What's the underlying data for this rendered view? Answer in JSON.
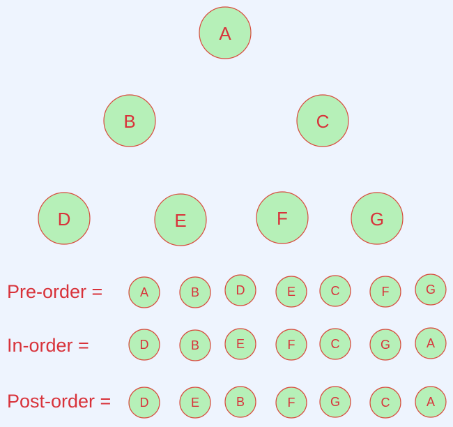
{
  "tree": {
    "root": "A",
    "level2": [
      "B",
      "C"
    ],
    "level3": [
      "D",
      "E",
      "F",
      "G"
    ]
  },
  "traversals": [
    {
      "label": "Pre-order =",
      "sequence": [
        "A",
        "B",
        "D",
        "E",
        "C",
        "F",
        "G"
      ]
    },
    {
      "label": "In-order =",
      "sequence": [
        "D",
        "B",
        "E",
        "F",
        "C",
        "G",
        "A"
      ]
    },
    {
      "label": "Post-order =",
      "sequence": [
        "D",
        "E",
        "B",
        "F",
        "G",
        "C",
        "A"
      ]
    }
  ],
  "colors": {
    "background": "#eef4fe",
    "node_fill": "#b6f0b8",
    "node_stroke": "#d84a3c",
    "text": "#d8323a"
  }
}
